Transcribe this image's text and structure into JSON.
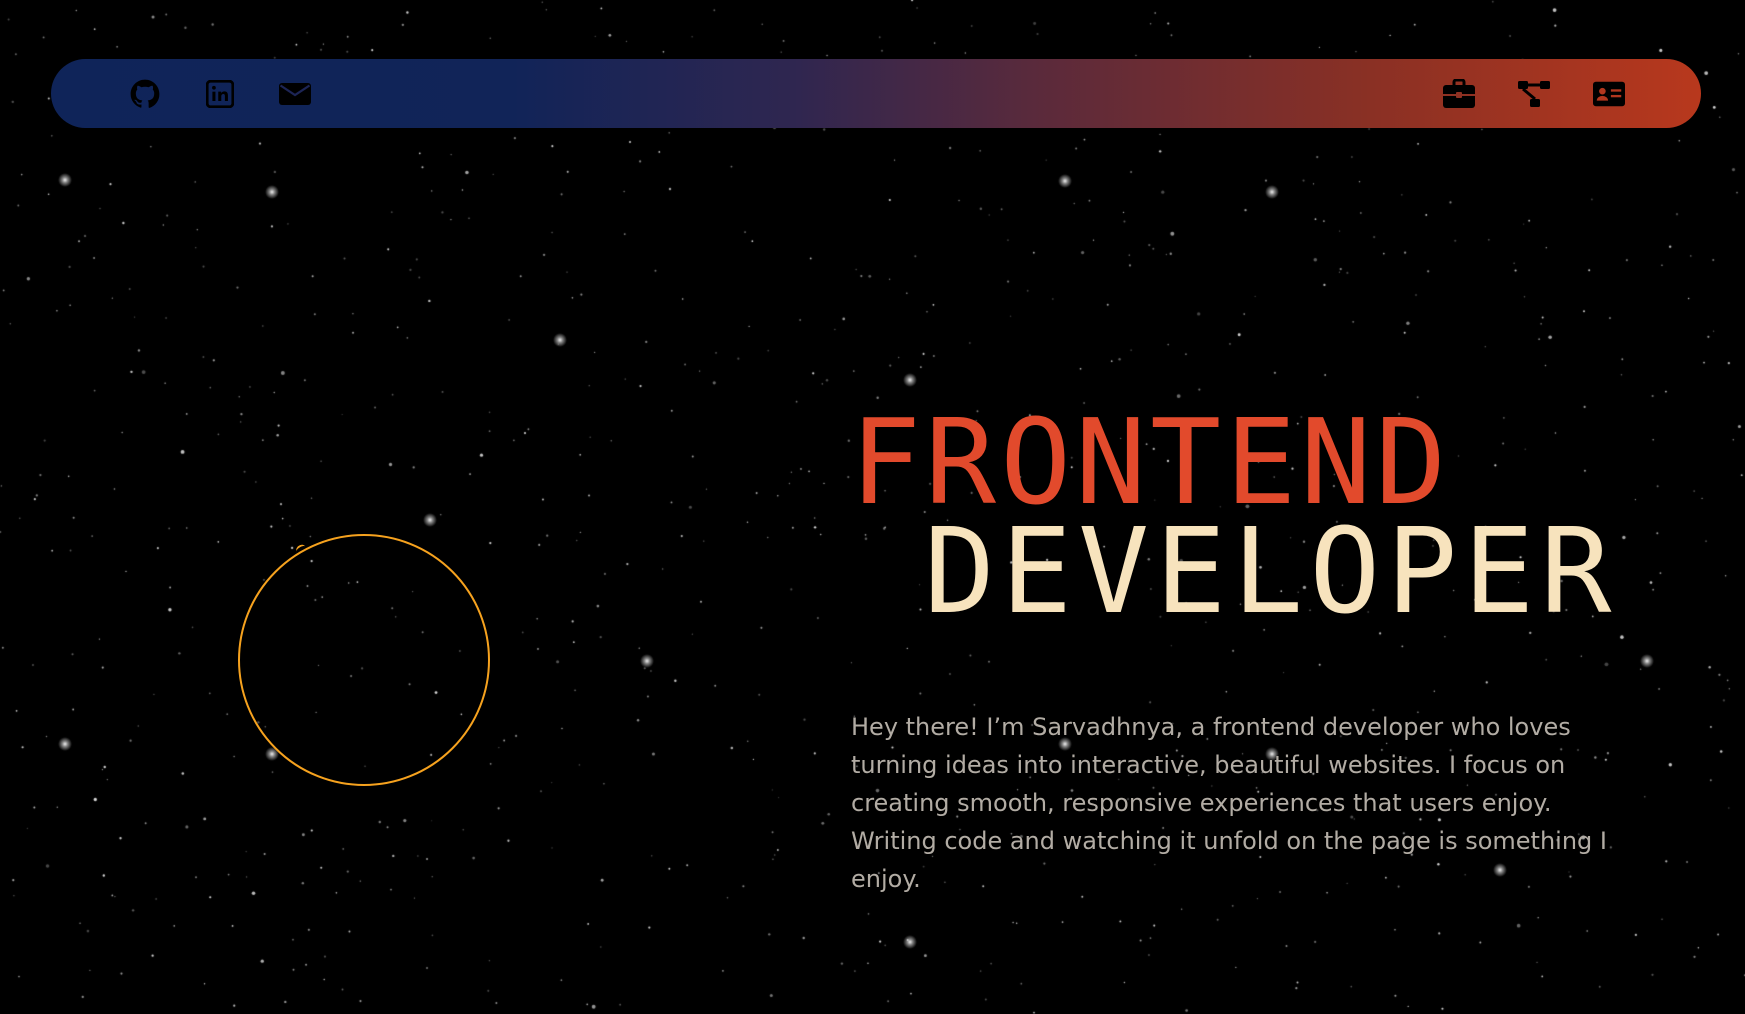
{
  "navbar": {
    "gradient_colors": [
      "#0f2459",
      "#2f2650",
      "#5b2a3b",
      "#8a3024",
      "#b8381d"
    ],
    "left_icons": [
      {
        "name": "github-icon"
      },
      {
        "name": "linkedin-icon"
      },
      {
        "name": "mail-icon"
      }
    ],
    "right_icons": [
      {
        "name": "briefcase-icon"
      },
      {
        "name": "sitemap-icon"
      },
      {
        "name": "contact-card-icon"
      }
    ]
  },
  "hero": {
    "title_line_1": "FRONTEND",
    "title_line_2": "DEVELOPER",
    "intro": "Hey there! I’m Sarvadhnya, a frontend developer who loves turning ideas into interactive, beautiful websites. I focus on creating smooth, responsive experiences that users enjoy. Writing code and watching it unfold on the page is something I enjoy.",
    "colors": {
      "title_line_1": "#e24a2c",
      "title_line_2": "#f7e3bd",
      "intro": "#b2aca4",
      "orbit": "#f6a21e",
      "background": "#000000"
    }
  }
}
